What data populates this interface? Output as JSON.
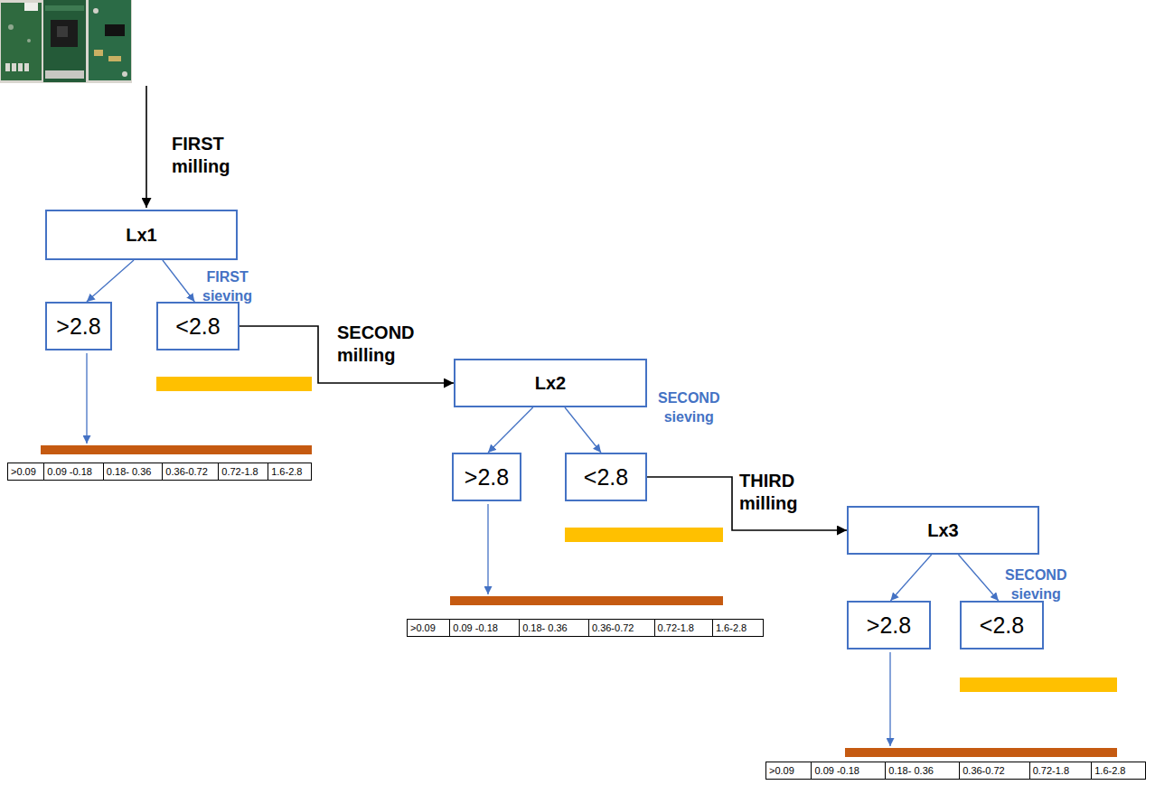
{
  "diagram": {
    "nodes": [
      {
        "text": [
          "Lx1"
        ]
      },
      {
        "text": [
          ">2.8"
        ]
      },
      {
        "text": [
          "<2.8"
        ]
      },
      {
        "text": [
          "Lx2"
        ]
      },
      {
        "text": [
          ">2.8"
        ]
      },
      {
        "text": [
          "<2.8"
        ]
      },
      {
        "text": [
          "Lx3"
        ]
      },
      {
        "text": [
          ">2.8"
        ]
      },
      {
        "text": [
          "<2.8"
        ]
      }
    ],
    "edges": [
      {
        "from": 0,
        "to": 1,
        "arrow": "to"
      },
      {
        "from": 0,
        "to": 2,
        "arrow": "to"
      },
      {
        "from": 2,
        "to": 3,
        "arrow": "to"
      },
      {
        "from": 3,
        "to": 4,
        "arrow": "to"
      },
      {
        "from": 3,
        "to": 5,
        "arrow": "to"
      },
      {
        "from": 5,
        "to": 6,
        "arrow": "to"
      },
      {
        "from": 6,
        "to": 7,
        "arrow": "to"
      },
      {
        "from": 6,
        "to": 8,
        "arrow": "to"
      }
    ],
    "labels": [
      "FIRST milling",
      "FIRST sieving",
      "SECOND milling",
      "SECOND sieving",
      "THIRD milling",
      "SECOND sieving",
      ">0.09",
      "0.09 -0.18",
      "0.18- 0.36",
      "0.36-0.72",
      "0.72-1.8",
      "1.6-2.8",
      ">0.09",
      "0.09 -0.18",
      "0.18- 0.36",
      "0.36-0.72",
      "0.72-1.8",
      "1.6-2.8",
      ">0.09",
      "0.09 -0.18",
      "0.18- 0.36",
      "0.36-0.72",
      "0.72-1.8",
      "1.6-2.8"
    ]
  }
}
